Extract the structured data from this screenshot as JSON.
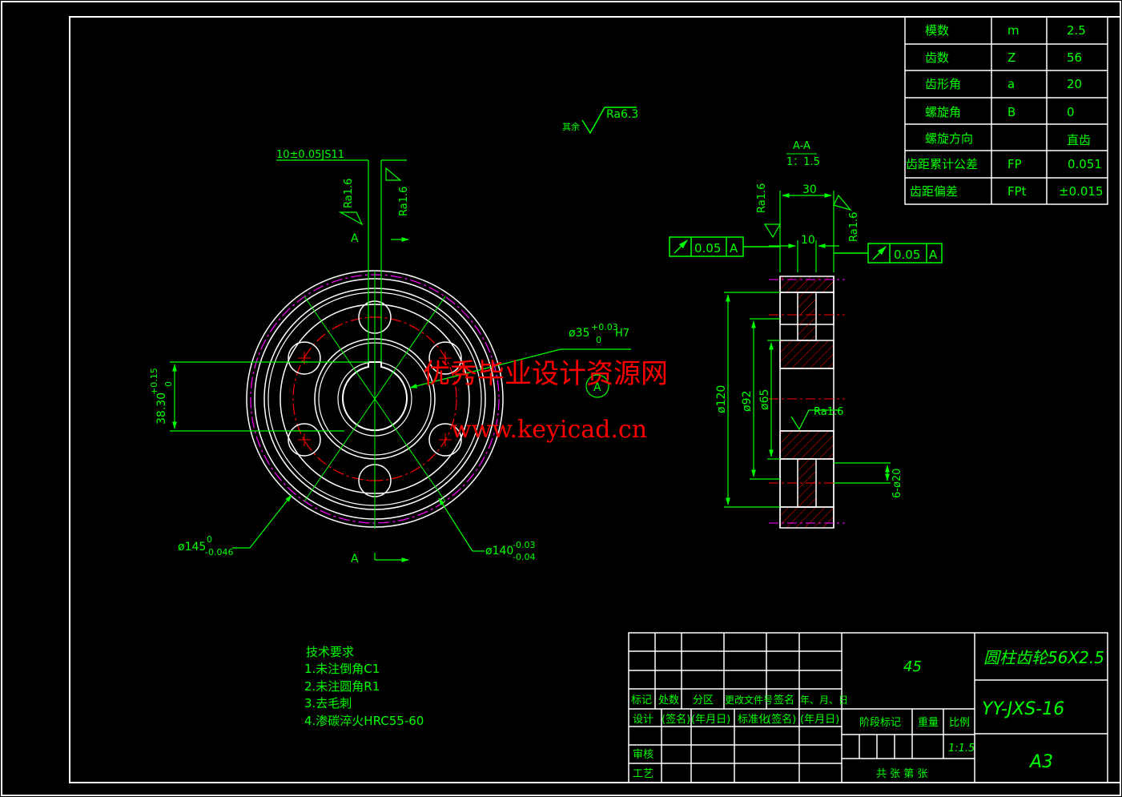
{
  "colors": {
    "background": "#000000",
    "frame": "#ffffff",
    "dimension": "#00ff00",
    "center": "#ff0000",
    "hidden": "#ff00ff",
    "watermark": "#ff0000"
  },
  "params": {
    "rows": [
      {
        "name": "模数",
        "symbol": "m",
        "value": "2.5"
      },
      {
        "name": "齿数",
        "symbol": "Z",
        "value": "56"
      },
      {
        "name": "齿形角",
        "symbol": "a",
        "value": "20"
      },
      {
        "name": "螺旋角",
        "symbol": "B",
        "value": "0"
      },
      {
        "name": "螺旋方向",
        "symbol": "",
        "value": "直齿"
      },
      {
        "name": "齿距累计公差",
        "symbol": "FP",
        "value": "0.051"
      },
      {
        "name": "齿距偏差",
        "symbol": "FPt",
        "value": "±0.015"
      }
    ]
  },
  "front_view": {
    "keyway_dim": "10±0.05JS11",
    "ra_left": "Ra1.6",
    "ra_right": "Ra1.6",
    "section_mark_top": "A",
    "section_mark_bottom": "A",
    "height_dim": "38.30",
    "height_tol_upper": "+0.15",
    "height_tol_lower": "0",
    "bore_dim": "ø35",
    "bore_tol_upper": "+0.03",
    "bore_tol_lower": "0",
    "bore_fit": "H7",
    "outer_dim": "ø145",
    "outer_tol_upper": "0",
    "outer_tol_lower": "-0.046",
    "pitch_dim": "ø140",
    "pitch_tol_upper": "-0.03",
    "pitch_tol_lower": "-0.04"
  },
  "surface_note": {
    "label": "其余",
    "ra": "Ra6.3"
  },
  "section_view": {
    "title": "A-A",
    "scale": "1：1.5",
    "width_dim": "30",
    "web_dim": "10",
    "ra_top_left": "Ra1.6",
    "ra_top_right": "Ra1.6",
    "ra_bore": "Ra1.6",
    "runout_left": {
      "value": "0.05",
      "datum": "A"
    },
    "runout_right": {
      "value": "0.05",
      "datum": "A"
    },
    "dia_120": "ø120",
    "dia_92": "ø92",
    "dia_65": "ø65",
    "holes_dim": "6-ø20",
    "datum_label": "A"
  },
  "watermark": {
    "line1": "优秀毕业设计资源网",
    "line2": "www.keyicad.cn"
  },
  "tech_req": {
    "title": "技术要求",
    "items": [
      "1.未注倒角C1",
      "2.未注圆角R1",
      "3.去毛刺",
      "4.渗碳淬火HRC55-60"
    ]
  },
  "title_block": {
    "material": "45",
    "part_name": "圆柱齿轮56X2.5",
    "drawing_no": "YY-JXS-16",
    "sheet_size": "A3",
    "scale": "1:1.5",
    "headers": {
      "mark": "标记",
      "count": "处数",
      "zone": "分区",
      "doc_no": "更改文件号",
      "signature": "签名",
      "date": "年、月、日",
      "design": "设计",
      "sign1": "(签名)",
      "date1": "(年月日)",
      "standard": "标准化",
      "sign2": "(签名)",
      "date2": "(年月日)",
      "stage": "阶段标记",
      "weight": "重量",
      "ratio": "比例",
      "review": "审核",
      "process": "工艺",
      "sheets": "共 张 第 张"
    }
  }
}
